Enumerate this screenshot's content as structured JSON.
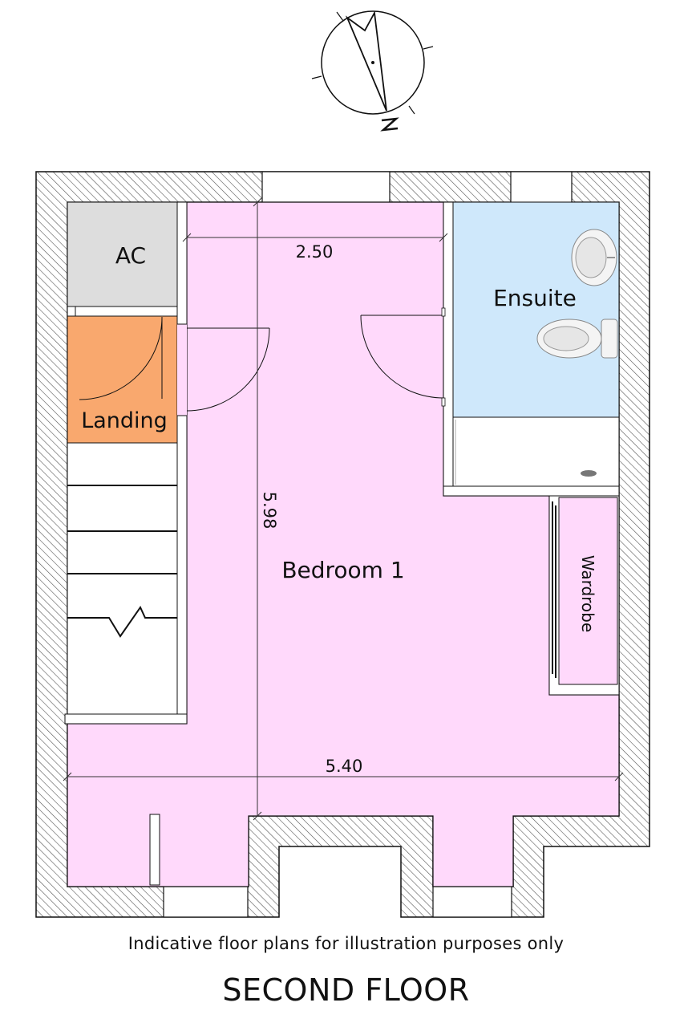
{
  "rooms": {
    "ac": "AC",
    "landing": "Landing",
    "ensuite": "Ensuite",
    "bedroom": "Bedroom 1",
    "wardrobe": "Wardrobe"
  },
  "dimensions": {
    "bedroom_width": "2.50",
    "bedroom_length": "5.98",
    "overall_width": "5.40"
  },
  "compass": {
    "north_label": "N"
  },
  "footer": {
    "disclaimer": "Indicative floor plans for illustration purposes only",
    "floor_title": "SECOND FLOOR"
  },
  "colors": {
    "bedroom": "#ffd9fb",
    "ensuite": "#cfe8fb",
    "landing": "#f9a86e",
    "ac": "#dddddd",
    "wall_hatch": "#555555"
  }
}
